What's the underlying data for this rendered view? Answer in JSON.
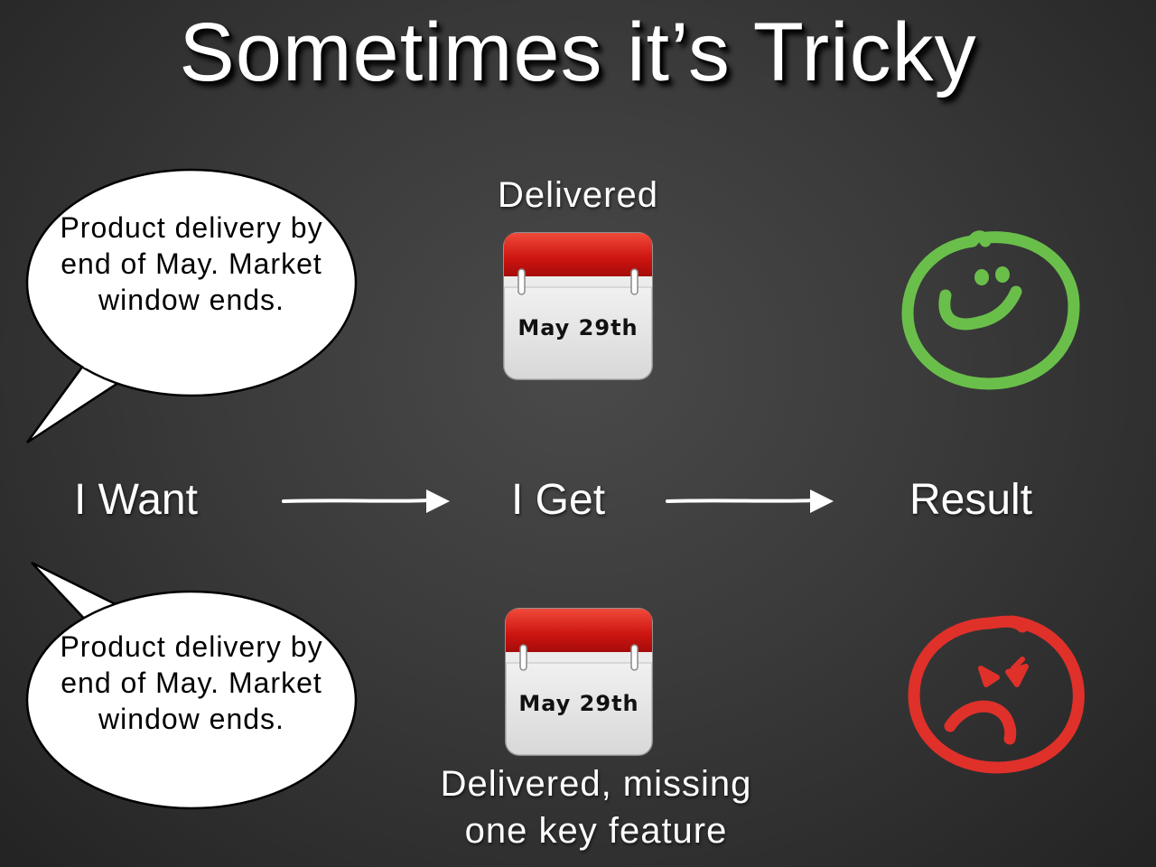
{
  "slide": {
    "title": "Sometimes it’s Tricky"
  },
  "flow": {
    "want_label": "I Want",
    "get_label": "I Get",
    "result_label": "Result"
  },
  "top_row": {
    "bubble_text": "Product delivery by end of May. Market window ends.",
    "status_caption": "Delivered",
    "calendar_date": "May 29th",
    "result_face": "smiley-face-icon",
    "result_color": "#6abf4b"
  },
  "bottom_row": {
    "bubble_text": "Product delivery by end of May. Market window ends.",
    "status_caption_line1": "Delivered, missing",
    "status_caption_line2": "one key feature",
    "calendar_date": "May 29th",
    "result_face": "angry-face-icon",
    "result_color": "#e0302a"
  }
}
